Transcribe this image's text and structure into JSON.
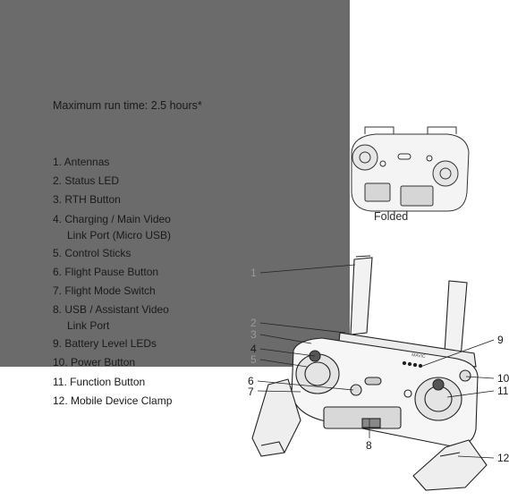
{
  "runtime_text": "Maximum run time: 2.5 hours*",
  "legend": [
    {
      "line1": "1. Antennas"
    },
    {
      "line1": "2. Status LED"
    },
    {
      "line1": "3. RTH Button"
    },
    {
      "line1": "4. Charging / Main Video",
      "line2": "Link Port (Micro USB)"
    },
    {
      "line1": "5. Control Sticks"
    },
    {
      "line1": "6. Flight Pause Button"
    },
    {
      "line1": "7. Flight Mode Switch"
    },
    {
      "line1": "8. USB / Assistant Video",
      "line2": "Link Port"
    },
    {
      "line1": "9. Battery Level LEDs"
    },
    {
      "line1": "10. Power Button"
    },
    {
      "line1": "11. Function Button"
    },
    {
      "line1": "12. Mobile Device Clamp"
    }
  ],
  "folded_label": "Folded",
  "callouts": {
    "n1": "1",
    "n2": "2",
    "n3": "3",
    "n4": "4",
    "n5": "5",
    "n6": "6",
    "n7": "7",
    "n8": "8",
    "n9": "9",
    "n10": "10",
    "n11": "11",
    "n12": "12"
  },
  "device_brand": "MAVIC"
}
